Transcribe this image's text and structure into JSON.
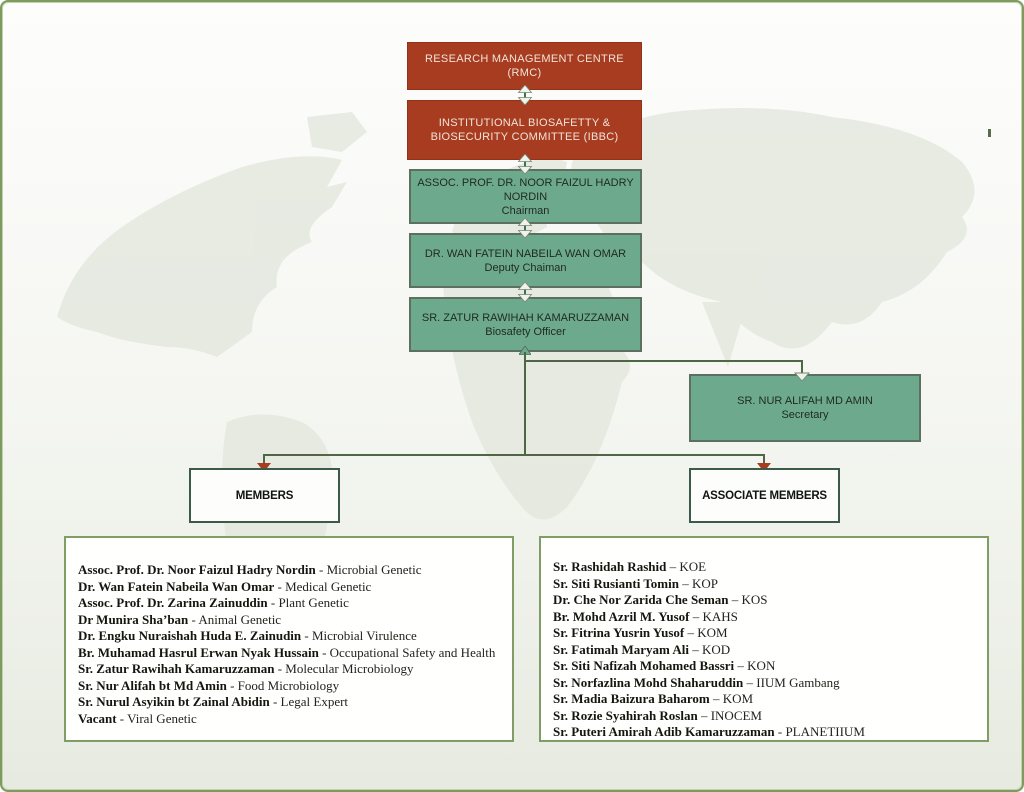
{
  "org": {
    "rmc": {
      "label": "RESEARCH MANAGEMENT CENTRE (RMC)"
    },
    "ibbc": {
      "label": "INSTITUTIONAL BIOSAFETTY & BIOSECURITY COMMITTEE (IBBC)"
    },
    "chairman": {
      "name": "ASSOC. PROF. DR. NOOR FAIZUL HADRY NORDIN",
      "title": "Chairman"
    },
    "deputy": {
      "name": "DR. WAN FATEIN NABEILA WAN OMAR",
      "title": "Deputy Chaiman"
    },
    "officer": {
      "name": "SR. ZATUR RAWIHAH KAMARUZZAMAN",
      "title": "Biosafety Officer"
    },
    "secretary": {
      "name": "SR. NUR ALIFAH MD AMIN",
      "title": "Secretary"
    },
    "members_header": "MEMBERS",
    "associate_header": "ASSOCIATE MEMBERS"
  },
  "members": {
    "items": [
      {
        "name": "Assoc. Prof. Dr. Noor Faizul Hadry Nordin",
        "rest": " - Microbial Genetic"
      },
      {
        "name": "Dr. Wan Fatein Nabeila Wan Omar",
        "rest": " - Medical Genetic"
      },
      {
        "name": "Assoc. Prof. Dr. Zarina Zainuddin",
        "rest": " - Plant Genetic"
      },
      {
        "name": "Dr Munira Sha’ban",
        "rest": " - Animal Genetic"
      },
      {
        "name": "Dr. Engku Nuraishah Huda E. Zainudin",
        "rest": " - Microbial Virulence"
      },
      {
        "name": "Br. Muhamad Hasrul Erwan Nyak Hussain",
        "rest": " - Occupational Safety and Health"
      },
      {
        "name": "Sr. Zatur Rawihah Kamaruzzaman",
        "rest": " - Molecular Microbiology"
      },
      {
        "name": "Sr. Nur Alifah bt Md Amin",
        "rest": " - Food Microbiology"
      },
      {
        "name": "Sr. Nurul Asyikin bt Zainal Abidin",
        "rest": " - Legal Expert"
      },
      {
        "name": "Vacant",
        "rest": " - Viral Genetic"
      }
    ]
  },
  "associates": {
    "items": [
      {
        "name": "Sr. Rashidah Rashid",
        "rest": " – KOE"
      },
      {
        "name": "Sr. Siti Rusianti Tomin",
        "rest": " – KOP"
      },
      {
        "name": "Dr. Che Nor Zarida Che Seman",
        "rest": " – KOS"
      },
      {
        "name": "Br. Mohd Azril M. Yusof",
        "rest": " – KAHS"
      },
      {
        "name": "Sr. Fitrina Yusrin Yusof",
        "rest": " – KOM"
      },
      {
        "name": "Sr. Fatimah Maryam Ali",
        "rest": " – KOD"
      },
      {
        "name": "Sr. Siti Nafizah Mohamed Bassri",
        "rest": " – KON"
      },
      {
        "name": "Sr. Norfazlina Mohd Shaharuddin",
        "rest": " – IIUM Gambang"
      },
      {
        "name": "Sr. Madia Baizura Baharom",
        "rest": " – KOM"
      },
      {
        "name": "Sr. Rozie Syahirah Roslan",
        "rest": " – INOCEM"
      },
      {
        "name": "Sr. Puteri Amirah Adib Kamaruzzaman",
        "rest": " - PLANETIIUM"
      }
    ]
  },
  "colors": {
    "brand_red": "#a83c20",
    "brand_green": "#6daa8d",
    "line_green": "#4e6845"
  }
}
